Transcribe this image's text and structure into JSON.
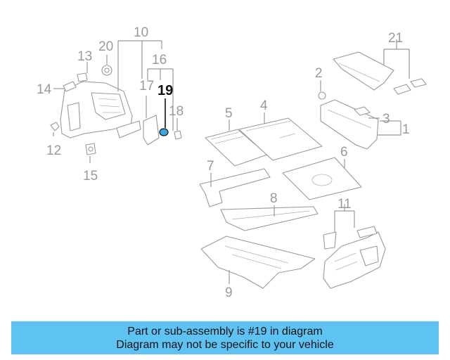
{
  "callouts": {
    "c1": "1",
    "c2": "2",
    "c3": "3",
    "c4": "4",
    "c5": "5",
    "c6": "6",
    "c7": "7",
    "c8": "8",
    "c9": "9",
    "c10": "10",
    "c11": "11",
    "c12": "12",
    "c13": "13",
    "c14": "14",
    "c15": "15",
    "c16": "16",
    "c17": "17",
    "c18": "18",
    "c19": "19",
    "c20": "20",
    "c21": "21"
  },
  "highlighted_part": "19",
  "banner": {
    "line1": "Part or sub-assembly is #19 in diagram",
    "line2": "Diagram may not be specific to your vehicle"
  },
  "colors": {
    "banner_bg": "#5ec3f2",
    "callout_gray": "#9a9a9a",
    "highlight_part": "#3aa9e0"
  }
}
